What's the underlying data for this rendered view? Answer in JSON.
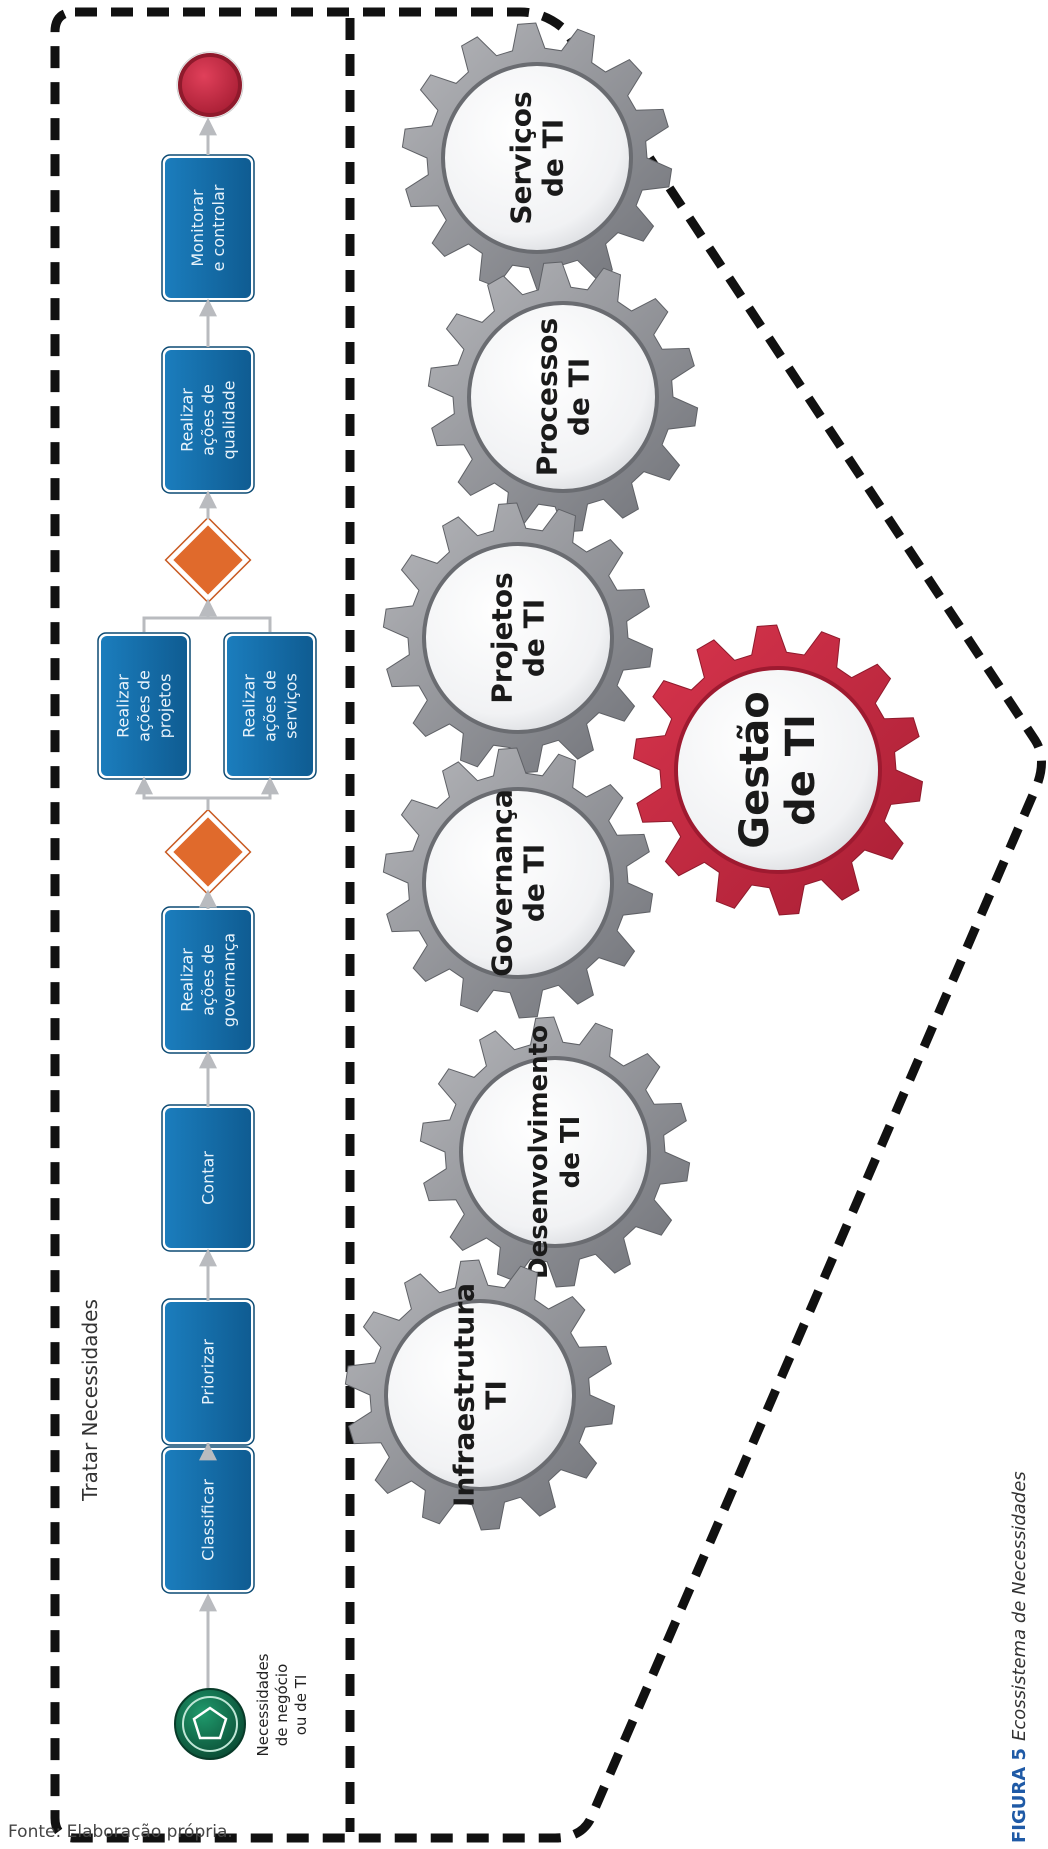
{
  "process": {
    "title": "Tratar Necessidades",
    "start_label": [
      "Necessidades",
      "de negócio",
      "ou de TI"
    ],
    "steps": {
      "classificar": [
        "Classificar"
      ],
      "priorizar": [
        "Priorizar"
      ],
      "contar": [
        "Contar"
      ],
      "governanca": [
        "Realizar",
        "ações de",
        "governança"
      ],
      "projetos": [
        "Realizar",
        "ações de",
        "projetos"
      ],
      "servicos": [
        "Realizar",
        "ações de",
        "serviços"
      ],
      "qualidade": [
        "Realizar",
        "ações de",
        "qualidade"
      ],
      "monitorar": [
        "Monitorar",
        "e controlar"
      ]
    }
  },
  "gears": {
    "infraestrutura": [
      "Infraestrutura",
      "TI"
    ],
    "desenvolvimento": [
      "Desenvolvimento",
      "de TI"
    ],
    "governanca": [
      "Governança",
      "de TI"
    ],
    "projetos": [
      "Projetos",
      "de TI"
    ],
    "processos": [
      "Processos",
      "de TI"
    ],
    "servicos": [
      "Serviços",
      "de TI"
    ],
    "gestao": [
      "Gestão",
      "de TI"
    ]
  },
  "caption": {
    "label": "FIGURA 5",
    "text": "Ecossistema de Necessidades"
  },
  "source": "Fonte: Elaboração própria.",
  "colors": {
    "task_blue": "#1a6fa8",
    "gateway_orange": "#e06a2c",
    "end_red": "#c8283f",
    "start_green": "#0f6e4f",
    "gear_gray": "#8e9096",
    "gear_red": "#c42b44",
    "caption_blue": "#1f5aa6"
  }
}
